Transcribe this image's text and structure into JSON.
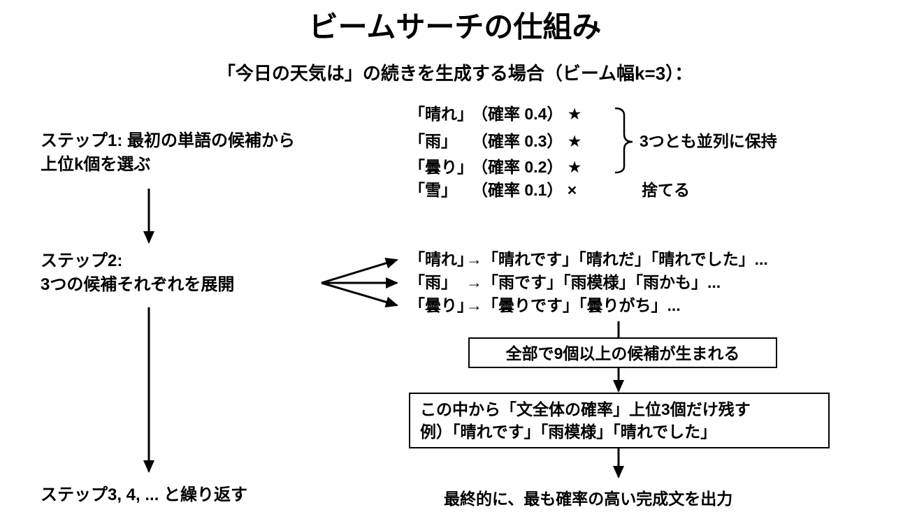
{
  "title": "ビームサーチの仕組み",
  "subtitle": "「今日の天気は」の続きを生成する場合（ビーム幅k=3）：",
  "steps": {
    "step1_line1": "ステップ1: 最初の単語の候補から",
    "step1_line2": "上位k個を選ぶ",
    "step2_line1": "ステップ2:",
    "step2_line2": "3つの候補それぞれを展開",
    "step3": "ステップ3, 4, ... と繰り返す"
  },
  "candidates": [
    {
      "word": "「晴れ」",
      "prob": "（確率 0.4）",
      "mark": "★"
    },
    {
      "word": "「雨」",
      "prob": "（確率 0.3）",
      "mark": "★"
    },
    {
      "word": "「曇り」",
      "prob": "（確率 0.2）",
      "mark": "★"
    },
    {
      "word": "「雪」",
      "prob": "（確率 0.1）",
      "mark": "×"
    }
  ],
  "keep_label": "3つとも並列に保持",
  "discard_label": "捨てる",
  "expansions": [
    {
      "from": "「晴れ」",
      "to": "→「晴れです」「晴れだ」「晴れでした」..."
    },
    {
      "from": "「雨」",
      "to": "→「雨です」「雨模様」「雨かも」..."
    },
    {
      "from": "「曇り」",
      "to": "→「曇りです」「曇りがち」..."
    }
  ],
  "box1": "全部で9個以上の候補が生まれる",
  "box2_line1": "この中から「文全体の確率」上位3個だけ残す",
  "box2_line2": "例）「晴れです」「雨模様」「晴れでした」",
  "final": "最終的に、最も確率の高い完成文を出力"
}
